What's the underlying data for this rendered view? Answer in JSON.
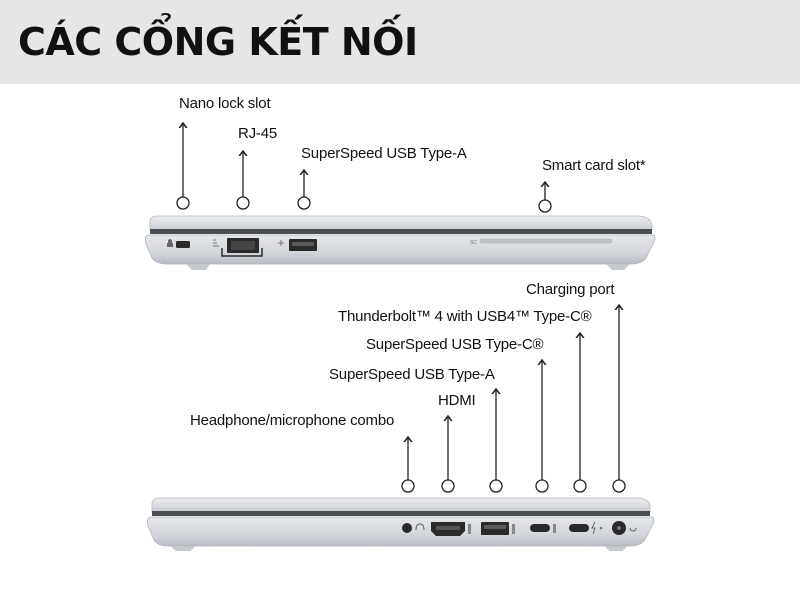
{
  "header": {
    "title": "CÁC CỔNG KẾT NỐI"
  },
  "left_side": {
    "ports": [
      {
        "label": "Nano lock slot"
      },
      {
        "label": "RJ-45"
      },
      {
        "label": "SuperSpeed USB Type-A"
      },
      {
        "label": "Smart card slot*"
      }
    ],
    "sc_mark": "SC"
  },
  "right_side": {
    "ports": [
      {
        "label": "Charging port"
      },
      {
        "label": "Thunderbolt™ 4 with USB4™ Type-C®"
      },
      {
        "label": "SuperSpeed USB Type-C®"
      },
      {
        "label": "SuperSpeed USB Type-A"
      },
      {
        "label": "HDMI"
      },
      {
        "label": "Headphone/microphone combo"
      }
    ]
  },
  "colors": {
    "header_bg": "#e6e6e6",
    "laptop_body": "#d6d8dc",
    "port_dark": "#2a2a2a",
    "line": "#222222"
  }
}
